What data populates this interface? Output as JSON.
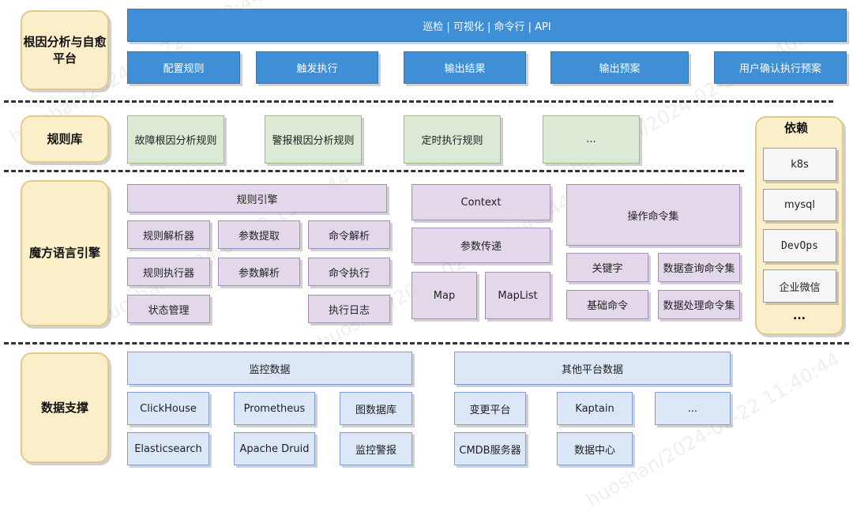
{
  "layers": {
    "platform": {
      "label": "根因分析与自愈\n平台",
      "banner": "巡检 | 可视化 | 命令行 | API",
      "items": [
        "配置规则",
        "触发执行",
        "输出结果",
        "输出预案",
        "用户确认执行预案"
      ]
    },
    "rules": {
      "label": "规则库",
      "items": [
        "故障根因分析规则",
        "警报根因分析规则",
        "定时执行规则",
        "..."
      ]
    },
    "engine": {
      "label": "魔方语言引擎",
      "rule_engine": {
        "title": "规则引擎",
        "items": [
          "规则解析器",
          "参数提取",
          "命令解析",
          "规则执行器",
          "参数解析",
          "命令执行",
          "状态管理",
          "执行日志"
        ]
      },
      "context": {
        "title": "Context",
        "items": [
          "参数传递",
          "Map",
          "MapList"
        ]
      },
      "commands": {
        "title": "操作命令集",
        "items": [
          "关键字",
          "数据查询命令集",
          "基础命令",
          "数据处理命令集"
        ]
      }
    },
    "data": {
      "label": "数据支撑",
      "monitoring": {
        "title": "监控数据",
        "items": [
          "ClickHouse",
          "Prometheus",
          "图数据库",
          "Elasticsearch",
          "Apache Druid",
          "监控警报"
        ]
      },
      "other": {
        "title": "其他平台数据",
        "items": [
          "变更平台",
          "Kaptain",
          "...",
          "CMDB服务器",
          "数据中心"
        ]
      }
    }
  },
  "dependencies": {
    "title": "依赖",
    "items": [
      "k8s",
      "mysql",
      "DevOps",
      "企业微信",
      "..."
    ]
  },
  "watermark": "huoshan/2024-02-22 11:40:44"
}
